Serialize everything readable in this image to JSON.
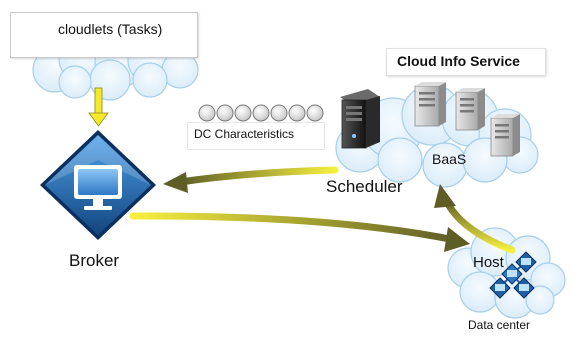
{
  "labels": {
    "cloudlets": "cloudlets (Tasks)",
    "cloud_info_service": "Cloud Info Service",
    "dc_characteristics": "DC Characteristics",
    "scheduler": "Scheduler",
    "baas": "BaaS",
    "broker": "Broker",
    "host": "Host",
    "data_center": "Data center"
  },
  "colors": {
    "cloud_fill": "#e3f1fb",
    "cloud_stroke": "#a9cfe8",
    "arrow_olive": "#6b6a2a",
    "arrow_yellow": "#f6ee3a",
    "broker_blue": "#1f5fa6"
  }
}
